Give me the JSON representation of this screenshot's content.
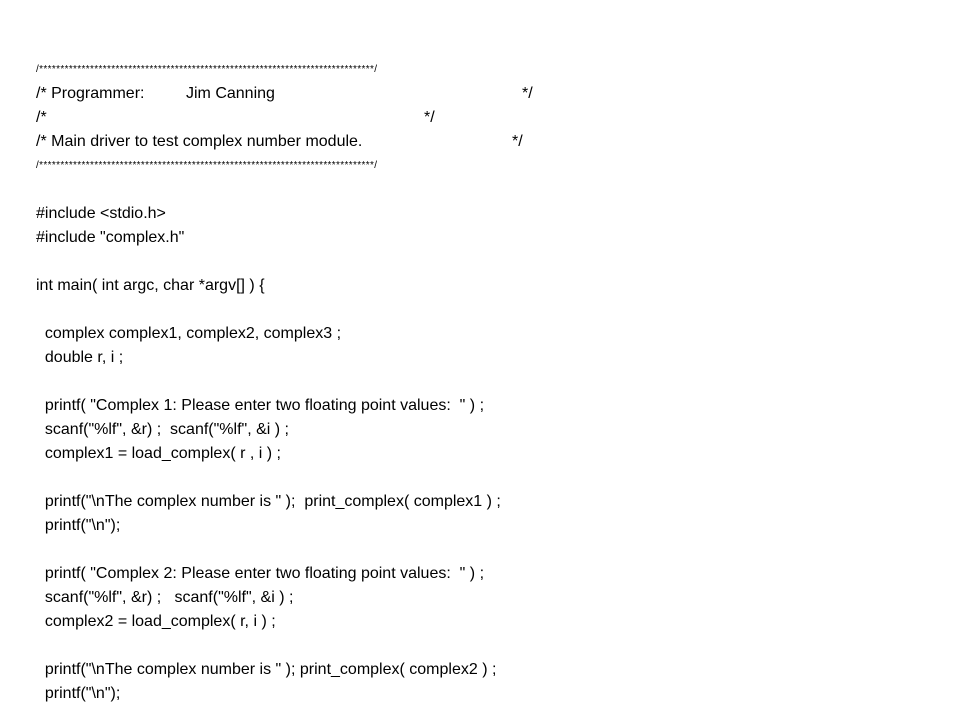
{
  "document": {
    "header": {
      "border_top": "/*******************************************************************************/",
      "line_programmer": {
        "comment_open": "/* Programmer:",
        "name": "Jim Canning",
        "comment_close": "*/"
      },
      "line_blank": {
        "comment_open": "/*",
        "comment_close": "*/"
      },
      "line_description": {
        "text": "/* Main driver to test complex number module.",
        "comment_close": "*/"
      },
      "border_bottom": "/*******************************************************************************/"
    },
    "includes": [
      "#include <stdio.h>",
      "#include \"complex.h\""
    ],
    "main_signature": "int main( int argc, char *argv[] ) {",
    "body": {
      "decl_complex": "  complex complex1, complex2, complex3 ;",
      "decl_double": "  double r, i ;",
      "block1": [
        "  printf( \"Complex 1: Please enter two floating point values:  \" ) ;",
        "  scanf(\"%lf\", &r) ;  scanf(\"%lf\", &i ) ;",
        "  complex1 = load_complex( r , i ) ;"
      ],
      "block2": [
        "  printf(\"\\nThe complex number is \" );  print_complex( complex1 ) ;",
        "  printf(\"\\n\");"
      ],
      "block3": [
        "  printf( \"Complex 2: Please enter two floating point values:  \" ) ;",
        "  scanf(\"%lf\", &r) ;   scanf(\"%lf\", &i ) ;",
        "  complex2 = load_complex( r, i ) ;"
      ],
      "block4": [
        "  printf(\"\\nThe complex number is \" ); print_complex( complex2 ) ;",
        "  printf(\"\\n\");"
      ]
    }
  }
}
